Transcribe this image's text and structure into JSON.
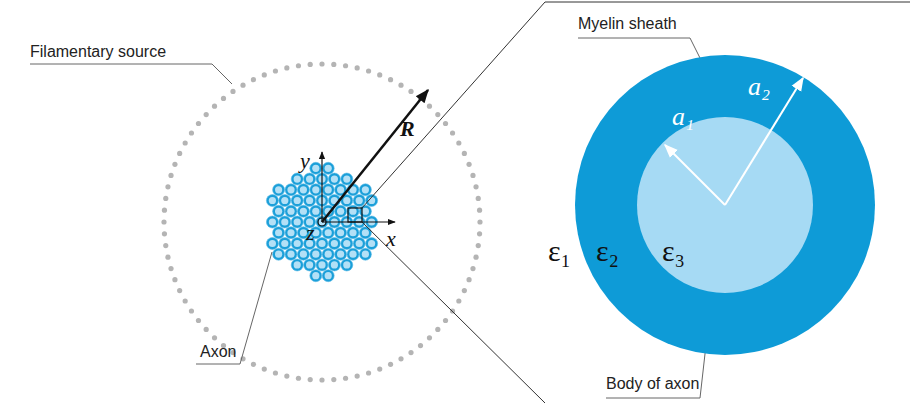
{
  "diagram": {
    "labels": [
      "Filamentary source",
      "Axon",
      "y",
      "z",
      "x",
      "R",
      "Myelin sheath",
      "a₂",
      "a₁",
      "ε₁",
      "ε₂",
      "ε₃",
      "Body of axon"
    ]
  }
}
